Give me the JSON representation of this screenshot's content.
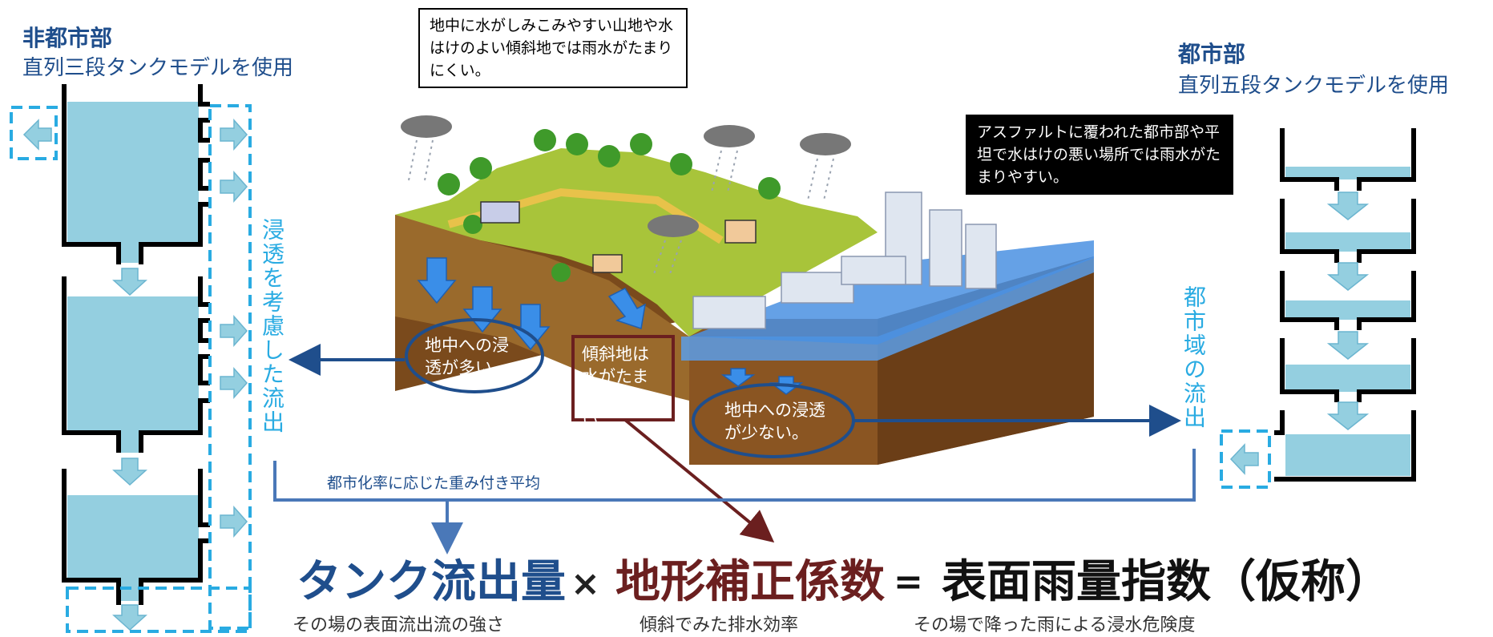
{
  "left": {
    "heading": "非都市部",
    "subheading": "直列三段タンクモデルを使用",
    "vertical_label": "浸透を考慮した流出"
  },
  "right": {
    "heading": "都市部",
    "subheading": "直列五段タンクモデルを使用",
    "vertical_label": "都市域の流出"
  },
  "notes": {
    "mountain": "地中に水がしみこみやすい山地や水はけのよい傾斜地では雨水がたまりにくい。",
    "urban": "アスファルトに覆われた都市部や平坦で水はけの悪い場所では雨水がたまりやすい。",
    "infiltration_high": "地中への浸透が多い。",
    "infiltration_low": "地中への浸透が少ない。",
    "slope": "傾斜地は水がたまりにくい。"
  },
  "weighted_average_label": "都市化率に応じた重み付き平均",
  "formula": {
    "term1": "タンク流出量",
    "operator1": "×",
    "term2": "地形補正係数",
    "operator2": "=",
    "result": "表面雨量指数（仮称）",
    "term1_caption": "その場の表面流出流の強さ",
    "term2_caption": "傾斜でみた排水効率",
    "result_caption": "その場で降った雨による浸水危険度"
  },
  "colors": {
    "navy": "#1f4e8c",
    "cyan": "#29abe2",
    "maroon": "#6b1f1f",
    "water": "#94cfe0"
  }
}
